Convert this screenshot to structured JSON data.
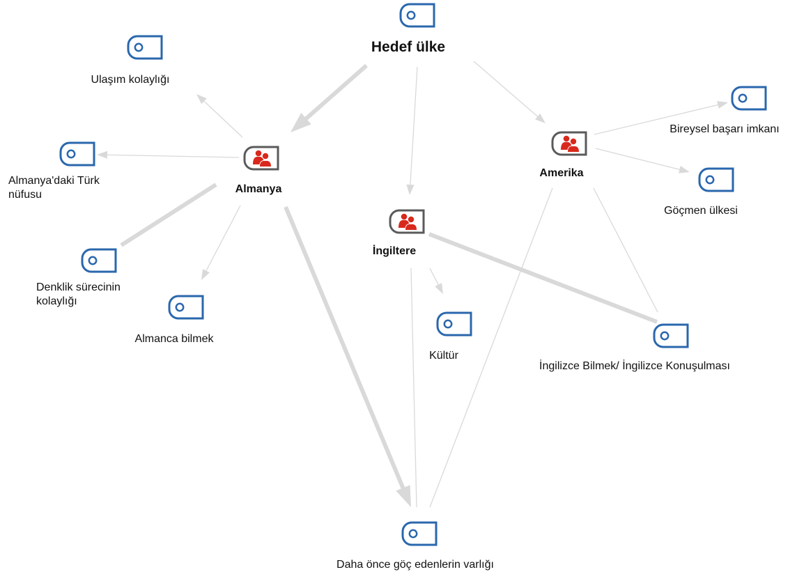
{
  "diagram": {
    "root": {
      "id": "hedef",
      "label": "Hedef ülke",
      "kind": "code-root"
    },
    "cases": [
      {
        "id": "almanya",
        "label": "Almanya",
        "kind": "case"
      },
      {
        "id": "amerika",
        "label": "Amerika",
        "kind": "case"
      },
      {
        "id": "ingiltere",
        "label": "İngiltere",
        "kind": "case"
      }
    ],
    "codes": [
      {
        "id": "ulasim",
        "label_lines": [
          "Ulaşım kolaylığı"
        ]
      },
      {
        "id": "turk",
        "label_lines": [
          "Almanya'daki Türk",
          "nüfusu"
        ]
      },
      {
        "id": "denklik",
        "label_lines": [
          "Denklik sürecinin",
          "kolaylığı"
        ]
      },
      {
        "id": "almanca",
        "label_lines": [
          "Almanca bilmek"
        ]
      },
      {
        "id": "bireysel",
        "label_lines": [
          "Bireysel başarı imkanı"
        ]
      },
      {
        "id": "gocmen",
        "label_lines": [
          "Göçmen ülkesi"
        ]
      },
      {
        "id": "kultur",
        "label_lines": [
          "Kültür"
        ]
      },
      {
        "id": "ingilizce",
        "label_lines": [
          "İngilizce Bilmek/ İngilizce Konuşulması"
        ]
      },
      {
        "id": "daha",
        "label_lines": [
          "Daha önce göç edenlerin varlığı"
        ]
      }
    ],
    "edges": [
      {
        "from": "hedef",
        "to": "almanya",
        "weight": "heavy",
        "arrow": true
      },
      {
        "from": "hedef",
        "to": "ingiltere",
        "weight": "light",
        "arrow": true
      },
      {
        "from": "hedef",
        "to": "amerika",
        "weight": "light",
        "arrow": true
      },
      {
        "from": "almanya",
        "to": "ulasim",
        "weight": "light",
        "arrow": true
      },
      {
        "from": "almanya",
        "to": "turk",
        "weight": "light",
        "arrow": true
      },
      {
        "from": "almanya",
        "to": "denklik",
        "weight": "medium",
        "arrow": false
      },
      {
        "from": "almanya",
        "to": "almanca",
        "weight": "light",
        "arrow": true
      },
      {
        "from": "almanya",
        "to": "daha",
        "weight": "heavy",
        "arrow": true
      },
      {
        "from": "amerika",
        "to": "bireysel",
        "weight": "light",
        "arrow": true
      },
      {
        "from": "amerika",
        "to": "gocmen",
        "weight": "light",
        "arrow": true
      },
      {
        "from": "amerika",
        "to": "daha",
        "weight": "light",
        "arrow": false
      },
      {
        "from": "amerika",
        "to": "ingilizce",
        "weight": "light",
        "arrow": false
      },
      {
        "from": "ingiltere",
        "to": "kultur",
        "weight": "light",
        "arrow": true
      },
      {
        "from": "ingiltere",
        "to": "ingilizce",
        "weight": "medium",
        "arrow": false
      },
      {
        "from": "ingiltere",
        "to": "daha",
        "weight": "light",
        "arrow": false
      }
    ]
  }
}
